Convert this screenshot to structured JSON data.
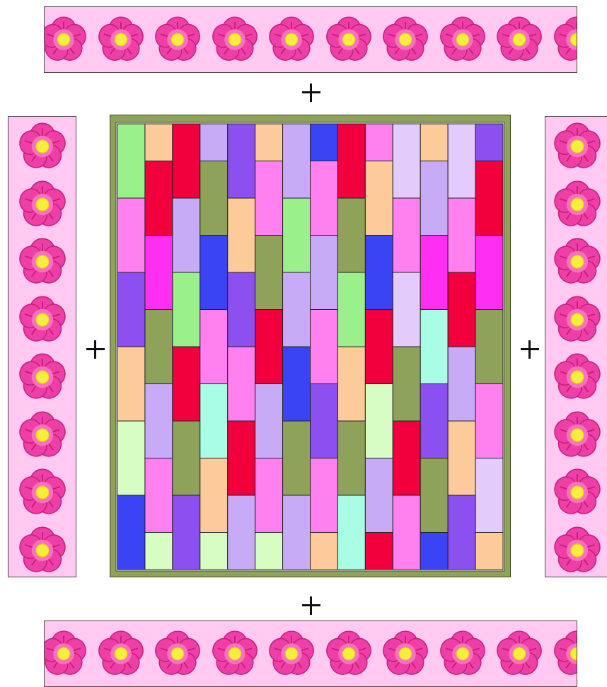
{
  "diagram": {
    "operator_symbol": "+",
    "colors": {
      "border_fabric": "#ffc9f1",
      "flower_petal": "#ee3fa6",
      "flower_petal_dark": "#c51f7c",
      "flower_center": "#f6ee3a",
      "quilt_frame": "#8fa25a"
    },
    "border_strips": [
      {
        "side": "top",
        "flower_count": 10,
        "flower_icon": "pink-flower-icon"
      },
      {
        "side": "left",
        "flower_count": 8,
        "flower_icon": "pink-flower-icon"
      },
      {
        "side": "right",
        "flower_count": 8,
        "flower_icon": "pink-flower-icon"
      },
      {
        "side": "bottom",
        "flower_count": 10,
        "flower_icon": "pink-flower-icon"
      }
    ],
    "quilt_center": {
      "columns": 14,
      "brick_rows_of_half_height": 12,
      "palette": {
        "R": "#f2003e",
        "P": "#ff80ee",
        "M": "#ff2ef0",
        "L": "#c7abf7",
        "V": "#8c4ff0",
        "B": "#3a44f5",
        "O": "#8fa25a",
        "G": "#9af08b",
        "C": "#fdca99",
        "Y": "#d7fdc3",
        "T": "#a8fde4",
        "D": "#e3ccfb"
      },
      "column_pieces": [
        [
          [
            "G",
            2
          ],
          [
            "P",
            2
          ],
          [
            "V",
            2
          ],
          [
            "C",
            2
          ],
          [
            "Y",
            2
          ],
          [
            "B",
            2
          ]
        ],
        [
          [
            "C",
            1
          ],
          [
            "R",
            2
          ],
          [
            "M",
            2
          ],
          [
            "O",
            2
          ],
          [
            "L",
            2
          ],
          [
            "P",
            2
          ],
          [
            "Y",
            1
          ]
        ],
        [
          [
            "R",
            2
          ],
          [
            "L",
            2
          ],
          [
            "G",
            2
          ],
          [
            "R",
            2
          ],
          [
            "O",
            2
          ],
          [
            "V",
            2
          ]
        ],
        [
          [
            "L",
            1
          ],
          [
            "O",
            2
          ],
          [
            "B",
            2
          ],
          [
            "P",
            2
          ],
          [
            "T",
            2
          ],
          [
            "C",
            2
          ],
          [
            "Y",
            1
          ]
        ],
        [
          [
            "V",
            2
          ],
          [
            "C",
            2
          ],
          [
            "V",
            2
          ],
          [
            "P",
            2
          ],
          [
            "R",
            2
          ],
          [
            "L",
            2
          ]
        ],
        [
          [
            "C",
            1
          ],
          [
            "P",
            2
          ],
          [
            "O",
            2
          ],
          [
            "R",
            2
          ],
          [
            "L",
            2
          ],
          [
            "P",
            2
          ],
          [
            "Y",
            1
          ]
        ],
        [
          [
            "L",
            2
          ],
          [
            "G",
            2
          ],
          [
            "L",
            2
          ],
          [
            "B",
            2
          ],
          [
            "O",
            2
          ],
          [
            "L",
            2
          ]
        ],
        [
          [
            "B",
            1
          ],
          [
            "P",
            2
          ],
          [
            "L",
            2
          ],
          [
            "P",
            2
          ],
          [
            "V",
            2
          ],
          [
            "P",
            2
          ],
          [
            "C",
            1
          ]
        ],
        [
          [
            "R",
            2
          ],
          [
            "O",
            2
          ],
          [
            "G",
            2
          ],
          [
            "C",
            2
          ],
          [
            "O",
            2
          ],
          [
            "T",
            2
          ]
        ],
        [
          [
            "P",
            1
          ],
          [
            "C",
            2
          ],
          [
            "B",
            2
          ],
          [
            "R",
            2
          ],
          [
            "Y",
            2
          ],
          [
            "L",
            2
          ],
          [
            "R",
            1
          ]
        ],
        [
          [
            "D",
            2
          ],
          [
            "P",
            2
          ],
          [
            "D",
            2
          ],
          [
            "O",
            2
          ],
          [
            "R",
            2
          ],
          [
            "P",
            2
          ]
        ],
        [
          [
            "C",
            1
          ],
          [
            "L",
            2
          ],
          [
            "M",
            2
          ],
          [
            "T",
            2
          ],
          [
            "V",
            2
          ],
          [
            "O",
            2
          ],
          [
            "B",
            1
          ]
        ],
        [
          [
            "D",
            2
          ],
          [
            "P",
            2
          ],
          [
            "R",
            2
          ],
          [
            "L",
            2
          ],
          [
            "C",
            2
          ],
          [
            "V",
            2
          ]
        ],
        [
          [
            "V",
            1
          ],
          [
            "R",
            2
          ],
          [
            "M",
            2
          ],
          [
            "O",
            2
          ],
          [
            "P",
            2
          ],
          [
            "D",
            2
          ],
          [
            "C",
            1
          ]
        ]
      ]
    }
  }
}
